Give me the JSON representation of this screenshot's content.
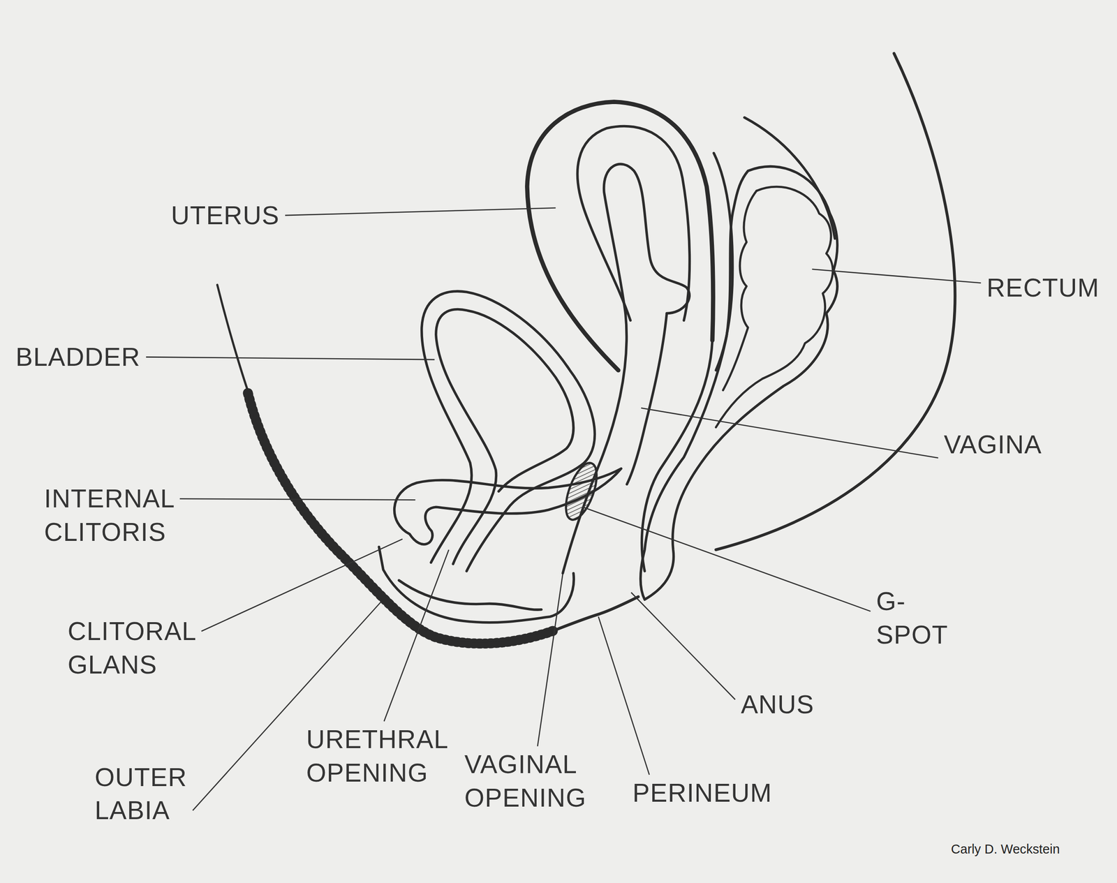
{
  "diagram": {
    "labels": [
      "UTERUS",
      "BLADDER",
      "INTERNAL CLITORIS",
      "CLITORAL GLANS",
      "OUTER LABIA",
      "URETHRAL OPENING",
      "VAGINAL OPENING",
      "PERINEUM",
      "ANUS",
      "G-SPOT",
      "VAGINA",
      "RECTUM",
      "Carly D. Weckstein"
    ]
  }
}
